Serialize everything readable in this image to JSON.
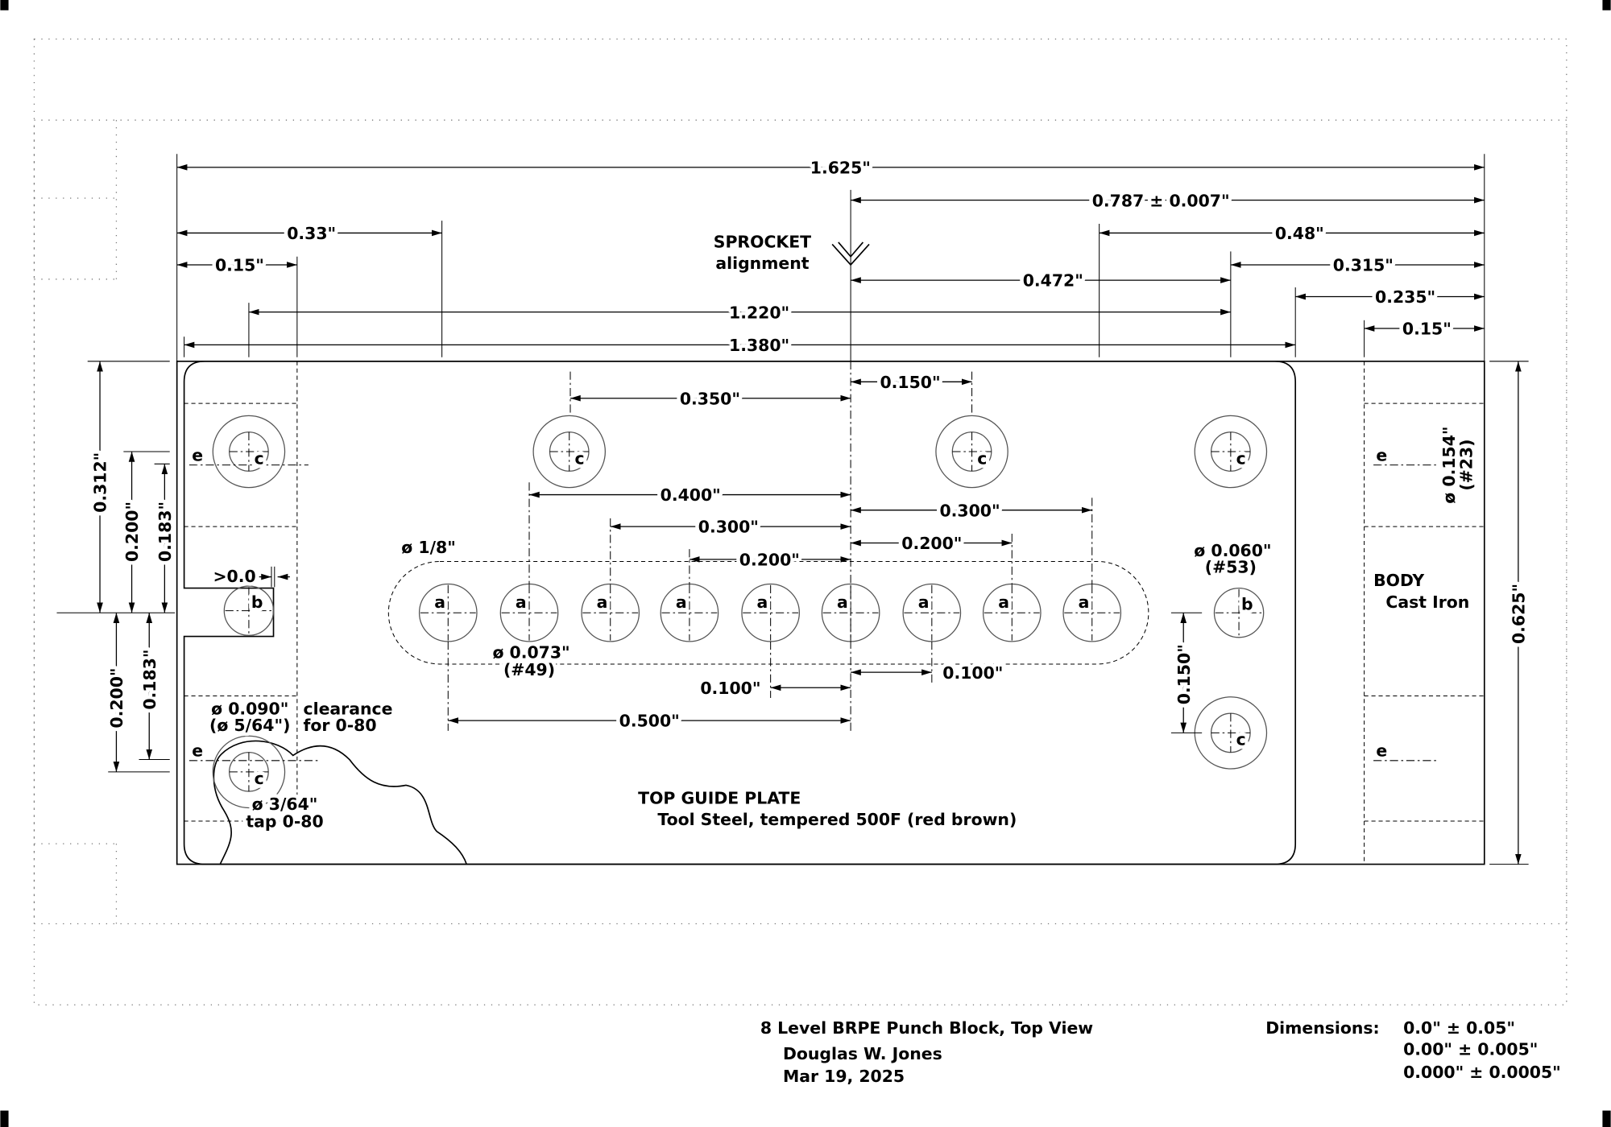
{
  "title_block": {
    "title": "8 Level BRPE Punch Block, Top View",
    "author": "Douglas W. Jones",
    "date": "Mar 19, 2025",
    "dimensions_label": "Dimensions:",
    "tolerances": [
      "0.0\" ± 0.05\"",
      "0.00\" ± 0.005\"",
      "0.000\" ± 0.0005\""
    ]
  },
  "dims": [
    "1.625\"",
    "0.787 ± 0.007\"",
    "0.33\"",
    "0.48\"",
    "0.15\"",
    "0.315\"",
    "0.472\"",
    "1.220\"",
    "0.235\"",
    "1.380\"",
    "0.15\"",
    "0.350\"",
    "0.150\"",
    "0.400\"",
    "0.300\"",
    "0.200\"",
    "0.300\"",
    "0.200\"",
    "0.100\"",
    "0.100\"",
    "0.500\"",
    "0.312\"",
    "0.200\"",
    "0.183\"",
    "0.200\"",
    "0.183\"",
    "0.625\"",
    "0.150\""
  ],
  "notes": {
    "sprocket": "SPROCKET",
    "alignment": "alignment",
    "gap": ">0.0",
    "slot_dia": "ø 1/8\"",
    "punch_dia": "ø 0.073\"",
    "punch_drill": "(#49)",
    "clear_dia": "ø 0.090\"",
    "clear_frac": "(ø 5/64\")",
    "clearance": "clearance",
    "for_080": "for 0-80",
    "tap_dia": "ø 3/64\"",
    "tap": "tap 0-80",
    "sprocket_dia": "ø 0.060\"",
    "sprocket_drill": "(#53)",
    "body_hole_dia": "ø 0.154\"",
    "body_hole_drill": "(#23)",
    "body": "BODY",
    "body_material": "Cast Iron",
    "plate": "TOP GUIDE PLATE",
    "plate_material": "Tool Steel, tempered 500F (red brown)"
  },
  "hole_labels": {
    "a": "a",
    "b": "b",
    "c": "c",
    "e": "e"
  }
}
